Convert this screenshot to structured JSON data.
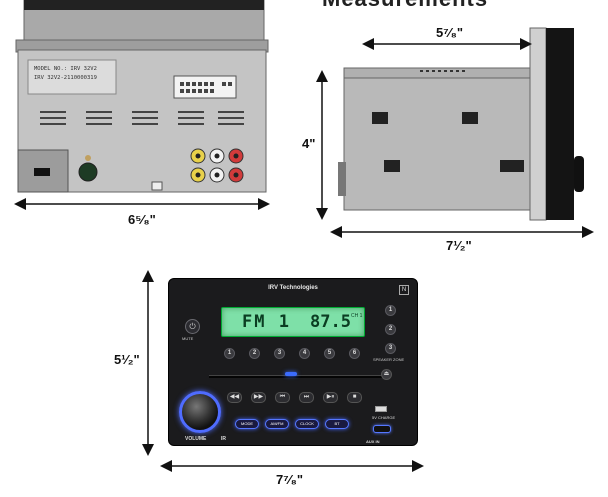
{
  "header": {
    "cut_title": "Measurements"
  },
  "back_view": {
    "label_line1": "MODEL NO.: IRV 32V2",
    "label_line2": "IRV 32V2-2110000319",
    "width_label": "6⁵⁄₈\""
  },
  "side_view": {
    "depth_label": "5⁷⁄₈\"",
    "height_label": "4\"",
    "width_label": "7¹⁄₂\""
  },
  "front_view": {
    "brand": "IRV Technologies",
    "lcd_mode": "FM 1",
    "lcd_freq": "87.5",
    "lcd_ch": "CH 1",
    "mute_label": "MUTE",
    "preset_buttons": [
      "1",
      "2",
      "3",
      "4",
      "5",
      "6"
    ],
    "zone_buttons": [
      "1",
      "2",
      "3"
    ],
    "zone_label": "SPEAKER ZONE",
    "nfc_label": "N",
    "transport_glyphs": [
      "◀◀",
      "▶▶",
      "⏮",
      "⏭",
      "▶⏸",
      "■"
    ],
    "mode_buttons": [
      "MODE",
      "AM/FM",
      "CLOCK",
      "BT"
    ],
    "usb_label": "5V CHARGE",
    "volume_label": "VOLUME",
    "ir_label": "IR",
    "aux_label": "AUX IN",
    "height_label": "5¹⁄₂\"",
    "width_label": "7⁷⁄₈\""
  },
  "colors": {
    "accent_blue": "#4f6cff",
    "lcd_green": "#7ee0a8",
    "chassis_gray": "#b8b8b8"
  }
}
